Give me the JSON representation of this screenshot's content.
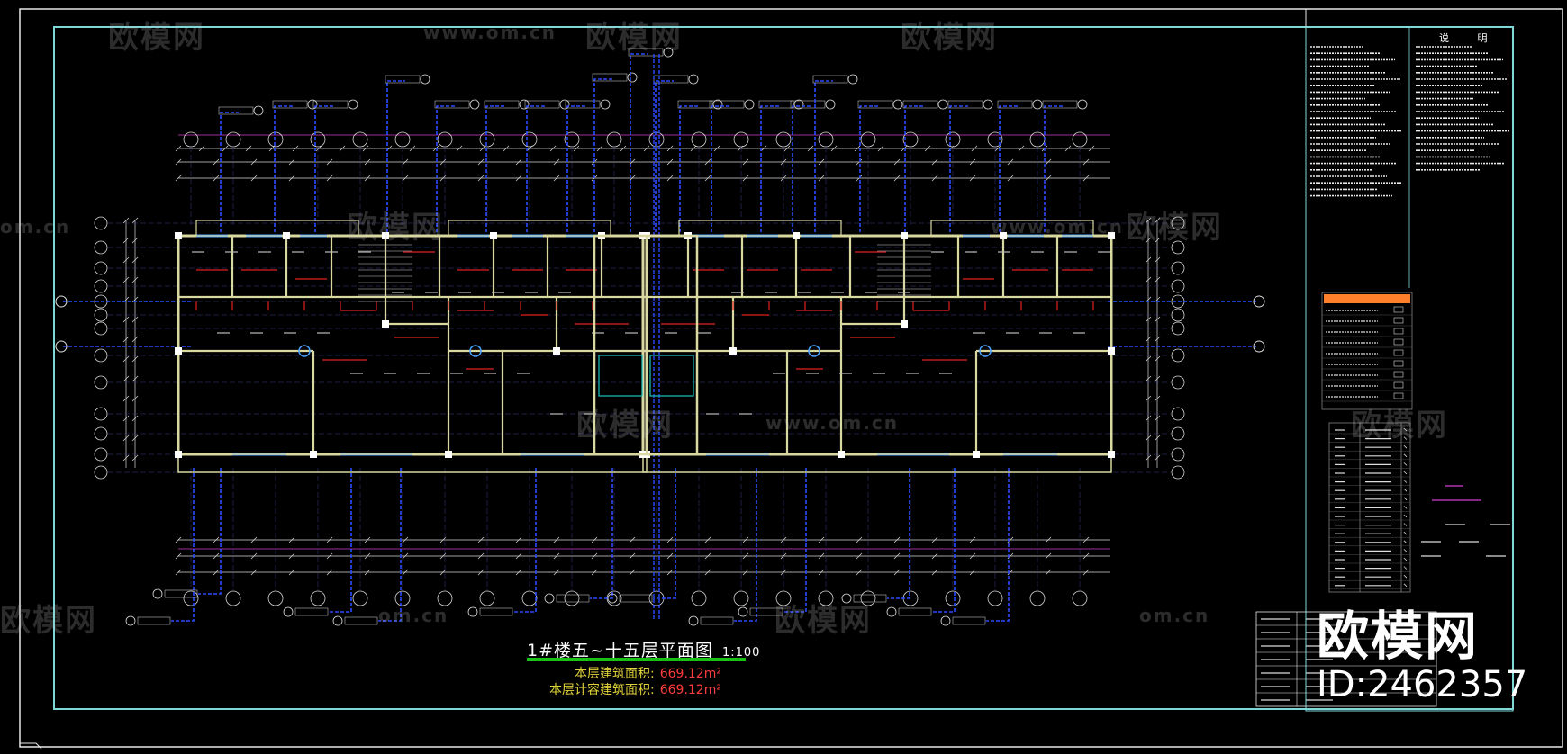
{
  "drawing": {
    "title": "1#楼五~十五层平面图",
    "scale": "1:100",
    "area_label": "本层建筑面积:",
    "area_value": "669.12m²",
    "far_area_label": "本层计容建筑面积:",
    "far_area_value": "669.12m²"
  },
  "notes": {
    "title": "说 明"
  },
  "watermark": {
    "brand": "欧模网",
    "site": "www.om.cn",
    "site_short": "om.cn",
    "id": "ID:2462357"
  },
  "colors": {
    "background": "#000000",
    "frame": "#7fd8d8",
    "wall": "#d8d8a0",
    "axis_leader": "#2a4bff",
    "red_line": "#e02020",
    "dimension": "#d8d8d8",
    "magenta": "#d040d0",
    "green_title": "#18c018"
  }
}
